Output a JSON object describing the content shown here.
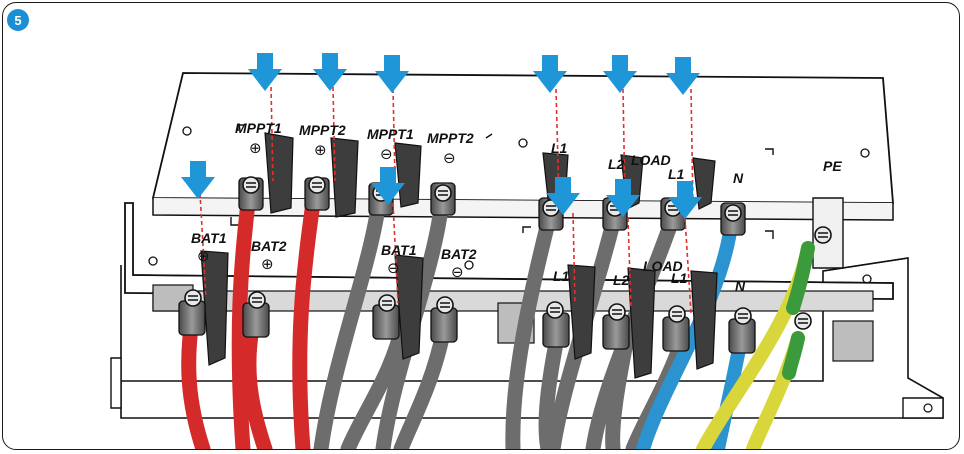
{
  "step": {
    "number": "5"
  },
  "labels": {
    "mppt1": "MPPT1",
    "mppt2": "MPPT2",
    "mppt1_neg": "MPPT1",
    "mppt2_neg": "MPPT2",
    "bat1": "BAT1",
    "bat2": "BAT2",
    "bat1_neg": "BAT1",
    "bat2_neg": "BAT2",
    "l1": "L1",
    "l2": "L2",
    "load": "LOAD",
    "n": "N",
    "pe": "PE",
    "bl1": "L1",
    "bl2": "L2",
    "bload": "LOAD",
    "bn": "N"
  },
  "symbols": {
    "plus": "⊕",
    "minus": "⊖"
  },
  "colors": {
    "accent": "#1b8fd6",
    "arrow": "#1e96d8",
    "dash": "#e03030",
    "cable_red": "#d42a2a",
    "cable_gray": "#6d6d6d",
    "cable_blue": "#2a93d0",
    "cable_yellow": "#d8d63a",
    "cable_green": "#3b9a3b"
  },
  "icons": [
    "step-number-badge",
    "down-arrow-icon",
    "ring-terminal-icon",
    "screw-icon"
  ]
}
